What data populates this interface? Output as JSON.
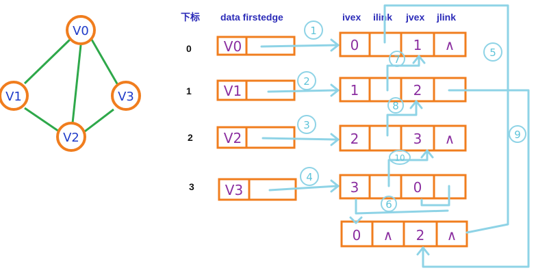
{
  "graph": {
    "nodes": [
      {
        "id": "v0",
        "label": "V0"
      },
      {
        "id": "v1",
        "label": "V1"
      },
      {
        "id": "v2",
        "label": "V2"
      },
      {
        "id": "v3",
        "label": "V3"
      }
    ],
    "edges": [
      [
        "v0",
        "v1"
      ],
      [
        "v0",
        "v2"
      ],
      [
        "v0",
        "v3"
      ],
      [
        "v1",
        "v2"
      ],
      [
        "v2",
        "v3"
      ]
    ]
  },
  "headers": {
    "index": "下标",
    "data_firstedge": "data firstedge",
    "ivex": "ivex",
    "ilink": "ilink",
    "jvex": "jvex",
    "jlink": "jlink"
  },
  "vertex_rows": [
    {
      "index": "0",
      "data": "V0"
    },
    {
      "index": "1",
      "data": "V1"
    },
    {
      "index": "2",
      "data": "V2"
    },
    {
      "index": "3",
      "data": "V3"
    }
  ],
  "edge_nodes": [
    {
      "ivex": "0",
      "ilink": "",
      "jvex": "1",
      "jlink": "∧"
    },
    {
      "ivex": "1",
      "ilink": "",
      "jvex": "2",
      "jlink": ""
    },
    {
      "ivex": "2",
      "ilink": "",
      "jvex": "3",
      "jlink": "∧"
    },
    {
      "ivex": "3",
      "ilink": "",
      "jvex": "0",
      "jlink": ""
    },
    {
      "ivex": "0",
      "ilink": "∧",
      "jvex": "2",
      "jlink": "∧"
    }
  ],
  "pointer_marks": [
    "1",
    "2",
    "3",
    "4",
    "5",
    "6",
    "7",
    "8",
    "9",
    "10"
  ],
  "colors": {
    "orange": "#f07d1e",
    "green": "#2ea84a",
    "cyan": "#8ed3e6",
    "purple": "#8b2fa0",
    "blue": "#1f3bc8"
  }
}
